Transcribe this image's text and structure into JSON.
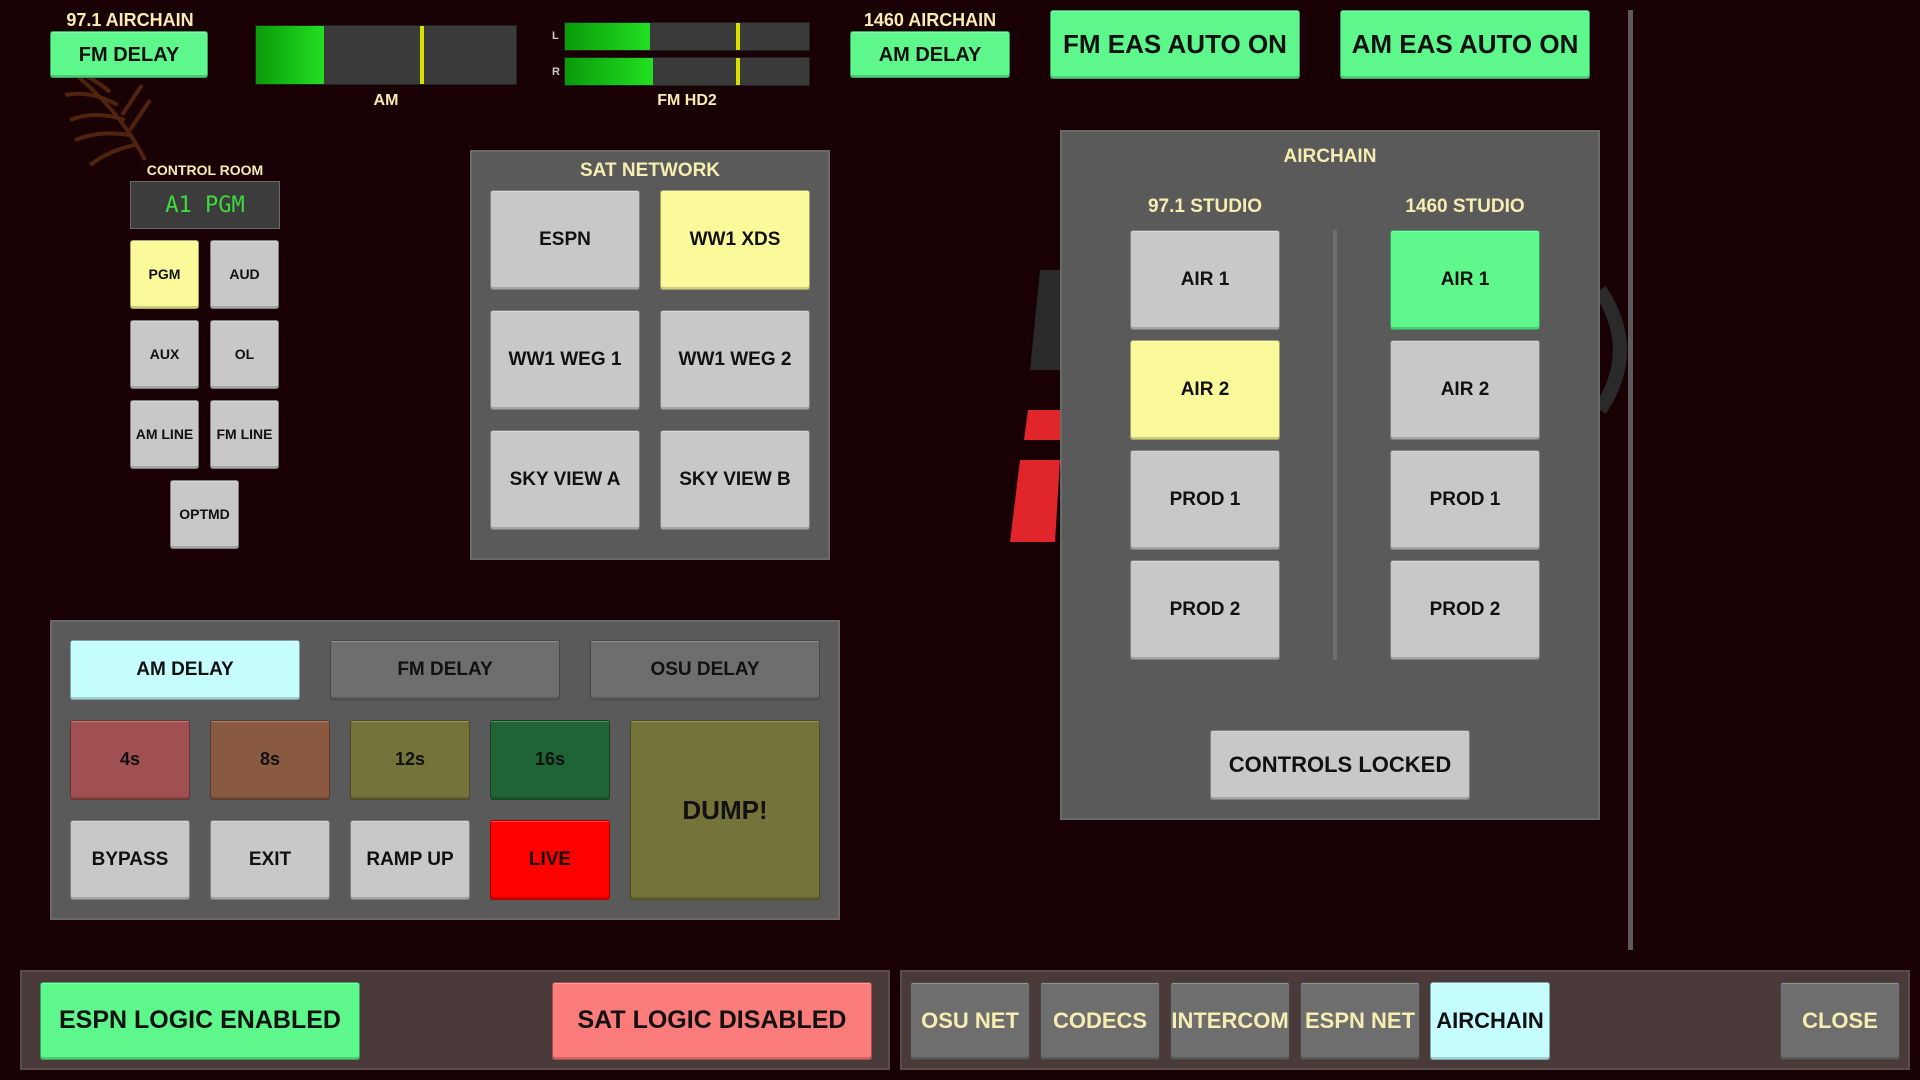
{
  "top": {
    "fm_airchain_label": "97.1 AIRCHAIN",
    "fm_delay_button": "FM DELAY",
    "am_airchain_label": "1460 AIRCHAIN",
    "am_delay_button": "AM DELAY",
    "fm_eas_button": "FM EAS AUTO ON",
    "am_eas_button": "AM EAS AUTO ON"
  },
  "meters": {
    "am": {
      "label": "AM",
      "level": 0.26,
      "peak": 0.63
    },
    "fmhd2": {
      "label": "FM HD2",
      "channel_l": "L",
      "channel_r": "R",
      "level_l": 0.35,
      "level_r": 0.36,
      "peak_l": 0.7,
      "peak_r": 0.7
    }
  },
  "control_room": {
    "title": "CONTROL ROOM",
    "display": "A1 PGM",
    "buttons": [
      "PGM",
      "AUD",
      "AUX",
      "OL",
      "AM LINE",
      "FM LINE",
      "OPTMD"
    ]
  },
  "sat_network": {
    "title": "SAT NETWORK",
    "buttons": [
      "ESPN",
      "WW1 XDS",
      "WW1 WEG 1",
      "WW1 WEG 2",
      "SKY VIEW A",
      "SKY VIEW B"
    ]
  },
  "delay": {
    "tabs": [
      "AM DELAY",
      "FM DELAY",
      "OSU DELAY"
    ],
    "times": [
      "4s",
      "8s",
      "12s",
      "16s"
    ],
    "actions": [
      "BYPASS",
      "EXIT",
      "RAMP UP",
      "LIVE"
    ],
    "dump": "DUMP!"
  },
  "airchain": {
    "title": "AIRCHAIN",
    "studio_fm": {
      "title": "97.1 STUDIO",
      "buttons": [
        "AIR 1",
        "AIR 2",
        "PROD 1",
        "PROD 2"
      ]
    },
    "studio_am": {
      "title": "1460 STUDIO",
      "buttons": [
        "AIR 1",
        "AIR 2",
        "PROD 1",
        "PROD 2"
      ]
    },
    "locked": "CONTROLS LOCKED"
  },
  "bottom": {
    "espn_logic": "ESPN LOGIC ENABLED",
    "sat_logic": "SAT LOGIC DISABLED",
    "nav": [
      "OSU NET",
      "CODECS",
      "INTERCOM",
      "ESPN NET",
      "AIRCHAIN"
    ],
    "close": "CLOSE"
  },
  "colors": {
    "background": "#180004",
    "active_green": "#5df78c",
    "active_yellow": "#fafa9a",
    "selected_cyan": "#c6feff",
    "live_red": "#ff0000"
  }
}
